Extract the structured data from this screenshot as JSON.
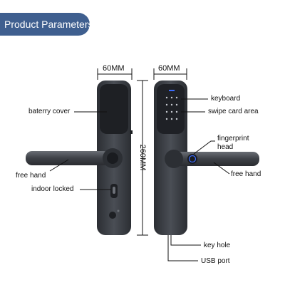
{
  "banner": {
    "title": "Product Parameters"
  },
  "dimensions": {
    "left_width": "60MM",
    "right_width": "60MM",
    "height": "260MM"
  },
  "labels": {
    "battery_cover": "baterry cover",
    "free_hand_left": "free hand",
    "indoor_locked": "indoor locked",
    "keyboard": "keyboard",
    "swipe_card_area": "swipe card area",
    "fingerprint_head_line1": "fingerprint",
    "fingerprint_head_line2": "head",
    "free_hand_right": "free hand",
    "key_hole": "key hole",
    "usb_port": "USB port"
  },
  "colors": {
    "banner": "#3f5f8f",
    "lock_body": "#3a3d42",
    "accent_blue": "#3b6cff"
  }
}
